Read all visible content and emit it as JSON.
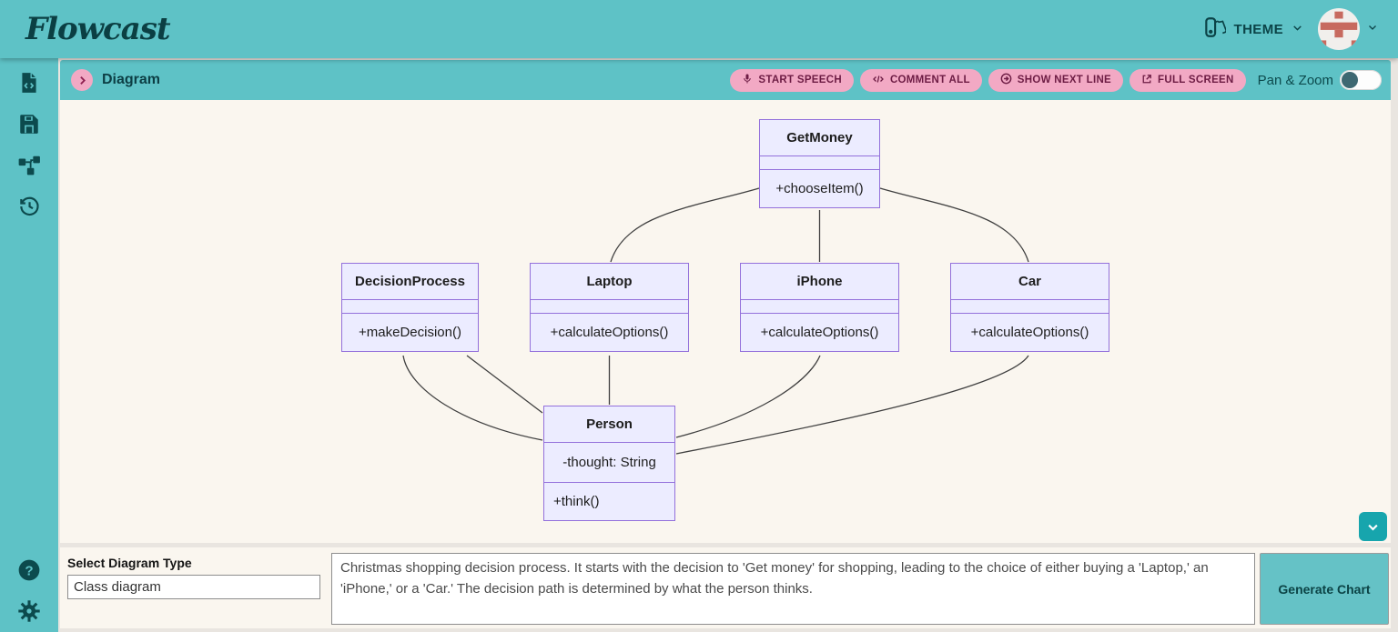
{
  "header": {
    "logo": "Flowcast",
    "theme_label": "THEME"
  },
  "sidebar": {
    "items": [
      "code-file",
      "save",
      "diagram",
      "history",
      "help",
      "settings"
    ]
  },
  "diagram_panel": {
    "title": "Diagram",
    "buttons": [
      {
        "label": "START SPEECH",
        "icon": "microphone-icon"
      },
      {
        "label": "COMMENT ALL",
        "icon": "code-icon"
      },
      {
        "label": "SHOW NEXT LINE",
        "icon": "arrow-right-circle-icon"
      },
      {
        "label": "FULL SCREEN",
        "icon": "fullscreen-icon"
      }
    ],
    "pan_zoom_label": "Pan & Zoom",
    "pan_zoom_on": false
  },
  "diagram": {
    "type": "uml-class-diagram",
    "classes": [
      {
        "name": "GetMoney",
        "attributes": [],
        "methods": [
          "+chooseItem()"
        ]
      },
      {
        "name": "DecisionProcess",
        "attributes": [],
        "methods": [
          "+makeDecision()"
        ]
      },
      {
        "name": "Laptop",
        "attributes": [],
        "methods": [
          "+calculateOptions()"
        ]
      },
      {
        "name": "iPhone",
        "attributes": [],
        "methods": [
          "+calculateOptions()"
        ]
      },
      {
        "name": "Car",
        "attributes": [],
        "methods": [
          "+calculateOptions()"
        ]
      },
      {
        "name": "Person",
        "attributes": [
          "-thought: String"
        ],
        "methods": [
          "+think()"
        ]
      }
    ],
    "edges": [
      {
        "from": "GetMoney",
        "to": "Laptop"
      },
      {
        "from": "GetMoney",
        "to": "iPhone"
      },
      {
        "from": "GetMoney",
        "to": "Car"
      },
      {
        "from": "DecisionProcess",
        "to": "Person"
      },
      {
        "from": "Person",
        "to": "DecisionProcess"
      },
      {
        "from": "Laptop",
        "to": "Person"
      },
      {
        "from": "iPhone",
        "to": "Person"
      },
      {
        "from": "Car",
        "to": "Person"
      }
    ]
  },
  "bottom_panel": {
    "select_label": "Select Diagram Type",
    "select_value": "Class diagram",
    "prompt_text": "Christmas shopping decision process. It starts with the decision to 'Get money' for shopping, leading to the choice of either buying a 'Laptop,' an 'iPhone,' or a 'Car.' The decision path is determined by what the person thinks.",
    "generate_button": "Generate Chart"
  },
  "theme": {
    "teal": "#5ec2c6",
    "dark_teal": "#0c4a4d",
    "pink": "#f2a9c4",
    "pink_text": "#6d1c44",
    "canvas_bg": "#faf6ef",
    "class_box_fill": "#ececff",
    "class_box_border": "#9370db",
    "scroll_button_teal": "#17a5ad",
    "avatar_red": "#c76a5f"
  }
}
